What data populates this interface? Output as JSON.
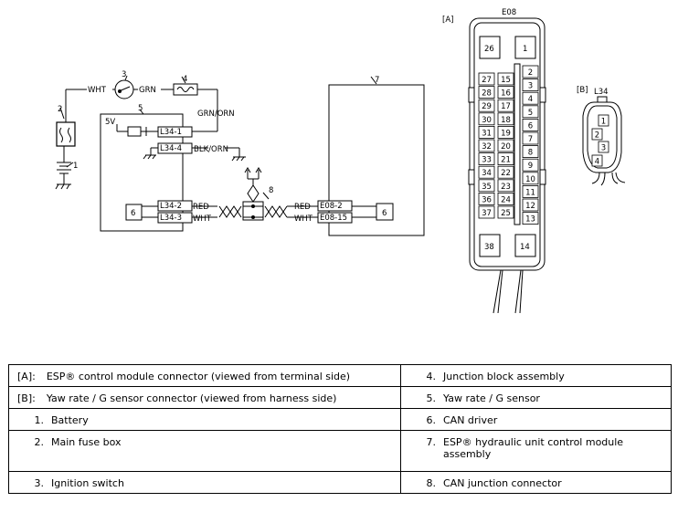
{
  "diagram": {
    "labels": {
      "A": "[A]",
      "B": "[B]",
      "E08": "E08",
      "L34": "L34",
      "n1": "1",
      "n2": "2",
      "n3": "3",
      "n4": "4",
      "n5": "5",
      "n6a": "6",
      "n6b": "6",
      "n7": "7",
      "n8": "8",
      "v5": "5V"
    },
    "wires": {
      "wht_top": "WHT",
      "grn_top": "GRN",
      "grn_orn": "GRN/ORN",
      "blk_orn": "BLK/ORN",
      "red_left": "RED",
      "wht_left": "WHT",
      "red_right": "RED",
      "wht_right": "WHT"
    },
    "terminals": {
      "l34_1": "L34-1",
      "l34_4": "L34-4",
      "l34_2": "L34-2",
      "l34_3": "L34-3",
      "e08_2": "E08-2",
      "e08_15": "E08-15"
    },
    "e08_connector": {
      "top_left": "26",
      "top_right": "1",
      "bottom_left": "38",
      "bottom_right": "14",
      "col_a": [
        "27",
        "28",
        "29",
        "30",
        "31",
        "32",
        "33",
        "34",
        "35",
        "36",
        "37"
      ],
      "col_b": [
        "15",
        "16",
        "17",
        "18",
        "19",
        "20",
        "21",
        "22",
        "23",
        "24",
        "25"
      ],
      "col_c": [
        "2",
        "3",
        "4",
        "5",
        "6",
        "7",
        "8",
        "9",
        "10",
        "11",
        "12",
        "13"
      ]
    },
    "l34_connector": [
      "1",
      "2",
      "3",
      "4"
    ]
  },
  "legend": {
    "rows": [
      {
        "left_num": "[A]:",
        "left_text": "ESP® control module connector (viewed from terminal side)",
        "right_num": "4.",
        "right_text": "Junction block assembly"
      },
      {
        "left_num": "[B]:",
        "left_text": "Yaw rate / G sensor connector (viewed from harness side)",
        "right_num": "5.",
        "right_text": "Yaw rate / G sensor"
      },
      {
        "left_num": "1.",
        "left_text": "Battery",
        "right_num": "6.",
        "right_text": "CAN driver"
      },
      {
        "left_num": "2.",
        "left_text": "Main fuse box",
        "right_num": "7.",
        "right_text": "ESP® hydraulic unit control module assembly"
      },
      {
        "left_num": "3.",
        "left_text": "Ignition switch",
        "right_num": "8.",
        "right_text": "CAN junction connector"
      }
    ]
  }
}
